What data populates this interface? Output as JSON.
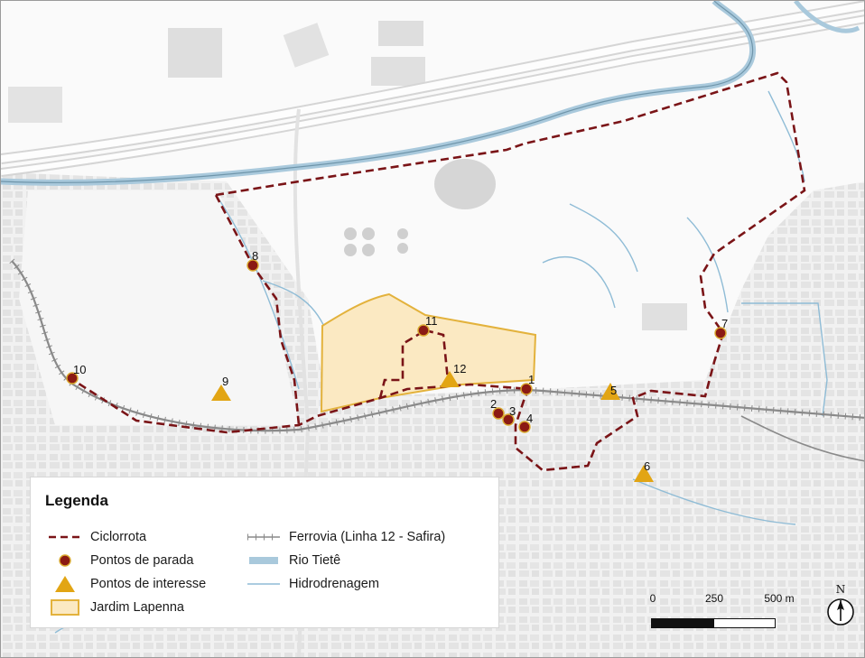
{
  "legend": {
    "title": "Legenda",
    "items": {
      "ciclorrota": "Ciclorrota",
      "pontos_parada": "Pontos de parada",
      "pontos_interesse": "Pontos de interesse",
      "jardim_lapenna": "Jardim Lapenna",
      "ferrovia": "Ferrovia (Linha 12 - Safira)",
      "rio_tiete": "Rio Tietê",
      "hidrodrenagem": "Hidrodrenagem"
    }
  },
  "colors": {
    "ciclorrota": "#7a1417",
    "stop_fill": "#8b1a14",
    "stop_ring": "#d9a92e",
    "interest": "#e2a514",
    "lapenna_fill": "#fbe9c2",
    "lapenna_border": "#e3b23c",
    "river": "#a9c9dc",
    "drainage": "#8fbcd6",
    "railway": "#8a8a8a"
  },
  "stops": {
    "s1": "1",
    "s2": "2",
    "s3": "3",
    "s4": "4",
    "s7": "7",
    "s8": "8",
    "s10": "10",
    "s11": "11"
  },
  "interest_points": {
    "p5": "5",
    "p6": "6",
    "p9": "9",
    "p12": "12"
  },
  "scale": {
    "zero": "0",
    "mid": "250",
    "end": "500 m"
  },
  "north": "N"
}
